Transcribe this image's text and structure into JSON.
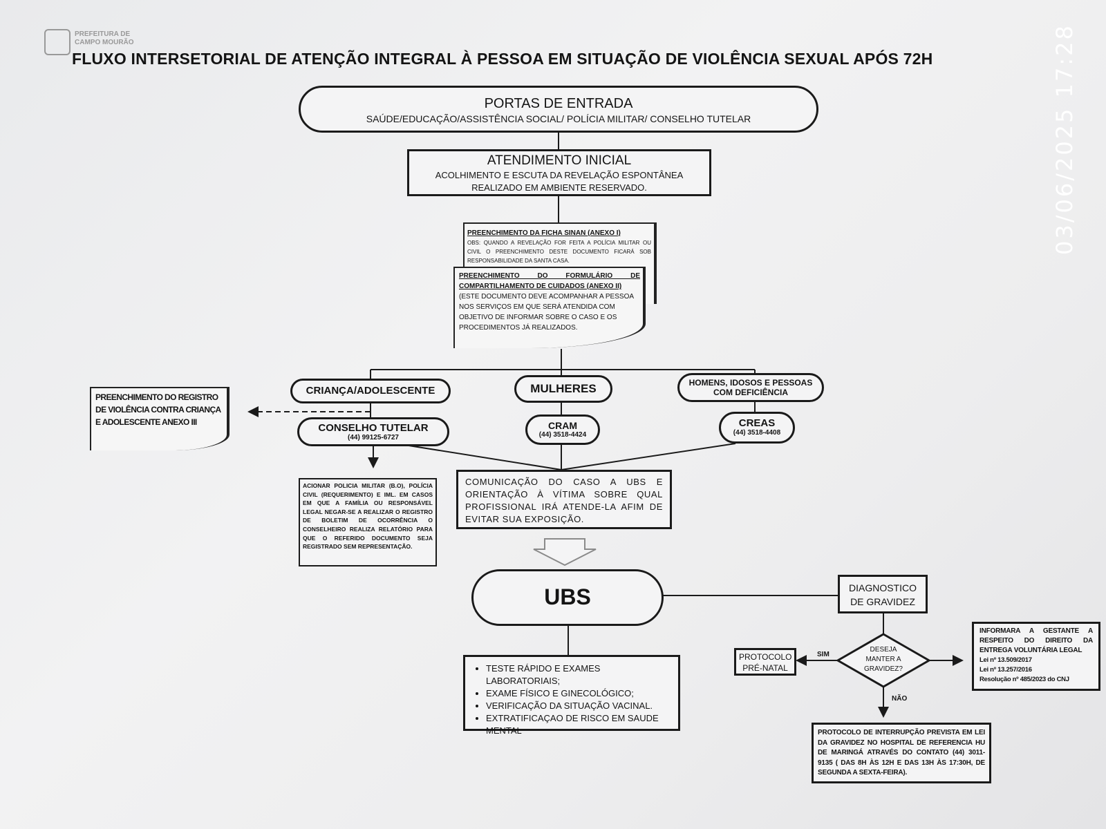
{
  "header": {
    "logo_text": [
      "PREFEITURA DE",
      "CAMPO MOURÃO"
    ],
    "title": "FLUXO INTERSETORIAL DE ATENÇÃO INTEGRAL À PESSOA EM SITUAÇÃO DE VIOLÊNCIA SEXUAL APÓS 72H"
  },
  "photo_timestamp": "03/06/2025  17:28",
  "portas": {
    "title": "PORTAS DE ENTRADA",
    "subtitle": "SAÚDE/EDUCAÇÃO/ASSISTÊNCIA SOCIAL/ POLÍCIA MILITAR/ CONSELHO TUTELAR"
  },
  "atendimento": {
    "title": "ATENDIMENTO INICIAL",
    "line1": "ACOLHIMENTO E ESCUTA DA REVELAÇÃO ESPONTÂNEA",
    "line2": "REALIZADO EM AMBIENTE RESERVADO."
  },
  "ficha_sinan": {
    "title": "PREENCHIMENTO DA FICHA SINAN (ANEXO I)",
    "text": "OBS: QUANDO A REVELAÇÃO FOR FEITA A POLÍCIA MILITAR OU CIVIL O PREENCHIMENTO DESTE DOCUMENTO FICARÁ SOB RESPONSABILIDADE DA SANTA CASA."
  },
  "formulario": {
    "title": "PREENCHIMENTO DO FORMULÁRIO DE COMPARTILHAMENTO DE CUIDADOS (ANEXO II)",
    "text": "(ESTE DOCUMENTO DEVE ACOMPANHAR A PESSOA NOS SERVIÇOS EM QUE SERÁ ATENDIDA COM OBJETIVO DE INFORMAR SOBRE O CASO E OS PROCEDIMENTOS JÁ REALIZADOS."
  },
  "groups": {
    "crianca": "CRIANÇA/ADOLESCENTE",
    "mulheres": "MULHERES",
    "homens": "HOMENS, IDOSOS E PESSOAS COM DEFICIÊNCIA"
  },
  "services": {
    "conselho": {
      "name": "CONSELHO TUTELAR",
      "phone": "(44) 99125-6727"
    },
    "cram": {
      "name": "CRAM",
      "phone": "(44) 3518-4424"
    },
    "creas": {
      "name": "CREAS",
      "phone": "(44) 3518-4408"
    }
  },
  "registro_violencia": "PREENCHIMENTO DO REGISTRO DE VIOLÊNCIA CONTRA CRIANÇA E ADOLESCENTE ANEXO III",
  "acionar": "ACIONAR POLICIA MILITAR (B.O), POLÍCIA CIVIL (REQUERIMENTO) E IML. EM CASOS EM QUE A FAMÍLIA OU RESPONSÁVEL LEGAL NEGAR-SE A REALIZAR O REGISTRO DE BOLETIM DE OCORRÊNCIA O CONSELHEIRO REALIZA RELATÓRIO PARA QUE O REFERIDO DOCUMENTO SEJA REGISTRADO SEM REPRESENTAÇÃO.",
  "comunicacao": "COMUNICAÇÃO DO CASO A UBS E ORIENTAÇÃO À VÍTIMA SOBRE QUAL PROFISSIONAL IRÁ ATENDE-LA AFIM DE EVITAR SUA EXPOSIÇÃO.",
  "ubs": "UBS",
  "ubs_items": [
    "TESTE RÁPIDO E EXAMES LABORATORIAIS;",
    "EXAME FÍSICO E GINECOLÓGICO;",
    "VERIFICAÇÃO DA SITUAÇÃO VACINAL.",
    "EXTRATIFICAÇAO DE RISCO EM SAUDE MENTAL"
  ],
  "diagnostico": "DIAGNOSTICO DE GRAVIDEZ",
  "decision": "DESEJA MANTER A GRAVIDEZ?",
  "label_sim": "SIM",
  "label_nao": "NÃO",
  "protocolo_prenatal": "PROTOCOLO PRÉ-NATAL",
  "entrega": {
    "text": "INFORMARA A GESTANTE A RESPEITO DO DIREITO DA ENTREGA VOLUNTÁRIA LEGAL",
    "refs": [
      "Lei nº 13.509/2017",
      "Lei nº 13.257/2016",
      "Resolução nº 485/2023 do CNJ"
    ]
  },
  "interrupcao": {
    "text1": "PROTOCOLO DE INTERRUPÇÃO PREVISTA EM LEI DA GRAVIDEZ NO HOSPITAL DE REFERENCIA ",
    "bold": "HU DE MARINGÁ ATRAVÉS DO CONTATO (44) 3011-9135",
    "text2": " ( DAS 8H ÀS 12H E DAS 13H ÀS 17:30H, DE SEGUNDA A SEXTA-FEIRA)."
  }
}
